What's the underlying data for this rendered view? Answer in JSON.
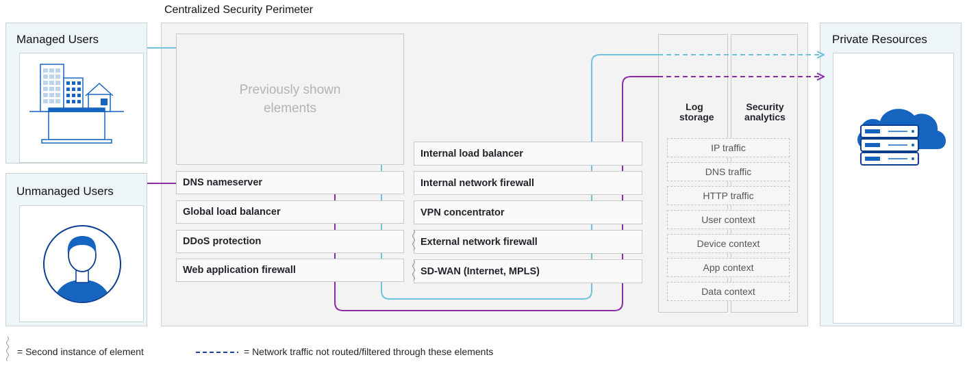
{
  "perimeter": {
    "title": "Centralized Security Perimeter",
    "previous_label": "Previously shown elements"
  },
  "managed_users": {
    "title": "Managed Users"
  },
  "unmanaged_users": {
    "title": "Unmanaged Users"
  },
  "private_resources": {
    "title": "Private Resources"
  },
  "left_elements": [
    "DNS nameserver",
    "Global load balancer",
    "DDoS protection",
    "Web application firewall"
  ],
  "right_elements": [
    "Internal load balancer",
    "Internal network firewall",
    "VPN concentrator",
    "External network firewall",
    "SD-WAN (Internet, MPLS)"
  ],
  "log_storage": {
    "title": "Log storage"
  },
  "security_analytics": {
    "title": "Security analytics"
  },
  "context_items": [
    "IP traffic",
    "DNS traffic",
    "HTTP traffic",
    "User context",
    "Device context",
    "App context",
    "Data context"
  ],
  "legend": {
    "second_instance": "=  Second instance of element",
    "dashed": "=  Network traffic not routed/filtered through these elements"
  },
  "colors": {
    "managed_path": "#6cc3dd",
    "unmanaged_path": "#8a2aa6",
    "legend_dash": "#1f3fa8",
    "icon_blue": "#1565c0",
    "icon_navy": "#0b3d91"
  }
}
